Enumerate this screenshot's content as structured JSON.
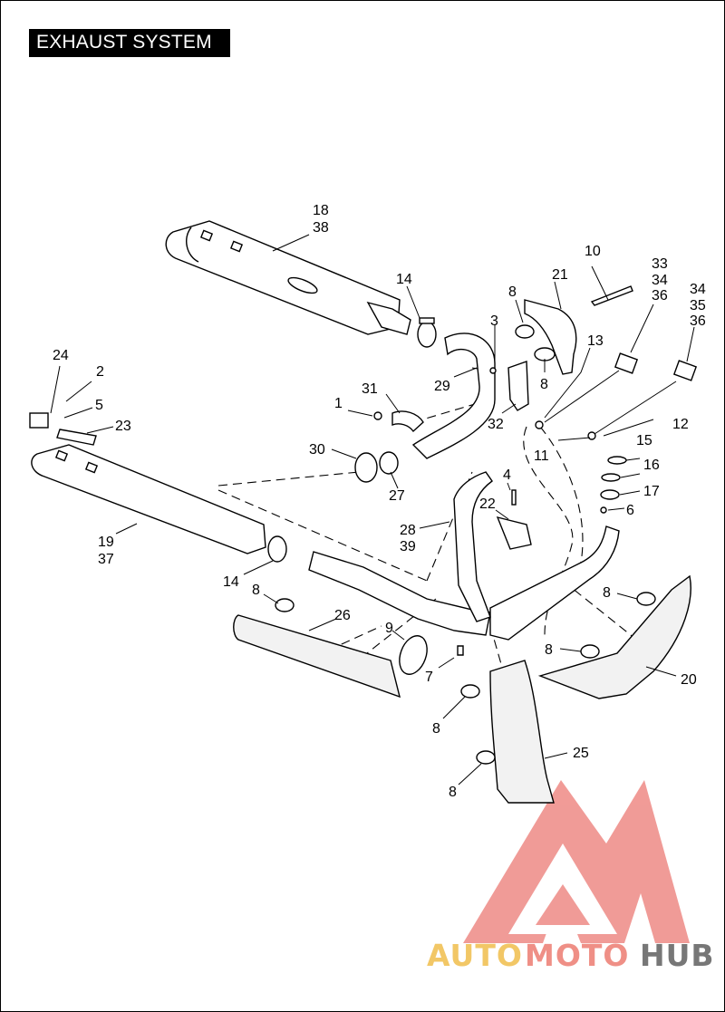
{
  "header": {
    "title": "EXHAUST SYSTEM"
  },
  "watermark": {
    "part1": "AUTO",
    "part2": "MOTO",
    "part3": "HUB",
    "color_auto": "#f2c766",
    "color_moto": "#ef8f86",
    "color_hub": "#777777",
    "logo_color": "#ee8a85"
  },
  "callouts": {
    "c1": "1",
    "c2": "2",
    "c3": "3",
    "c4": "4",
    "c5": "5",
    "c6": "6",
    "c7": "7",
    "c8a": "8",
    "c8b": "8",
    "c8c": "8",
    "c8d": "8",
    "c8e": "8",
    "c8f": "8",
    "c8g": "8",
    "c9": "9",
    "c10": "10",
    "c11": "11",
    "c12": "12",
    "c13": "13",
    "c14a": "14",
    "c14b": "14",
    "c15": "15",
    "c16": "16",
    "c17": "17",
    "c18": "18",
    "c38": "38",
    "c19": "19",
    "c37": "37",
    "c20": "20",
    "c21": "21",
    "c22": "22",
    "c23": "23",
    "c24": "24",
    "c25": "25",
    "c26": "26",
    "c27": "27",
    "c28": "28",
    "c39": "39",
    "c29": "29",
    "c30": "30",
    "c31": "31",
    "c32": "32",
    "c33": "33",
    "c34a": "34",
    "c36a": "36",
    "c34b": "34",
    "c35": "35",
    "c36b": "36"
  }
}
